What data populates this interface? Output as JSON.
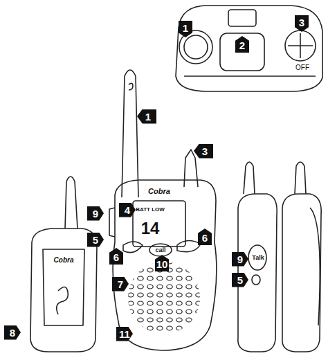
{
  "diagram": {
    "labels": [
      "1",
      "2",
      "3",
      "OFF",
      "1",
      "3",
      "Cobra",
      "BATT LOW",
      "14",
      "4",
      "9",
      "5",
      "6",
      "6",
      "call",
      "10",
      "7",
      "8",
      "11",
      "Cobra",
      "9",
      "Talk",
      "5"
    ]
  }
}
